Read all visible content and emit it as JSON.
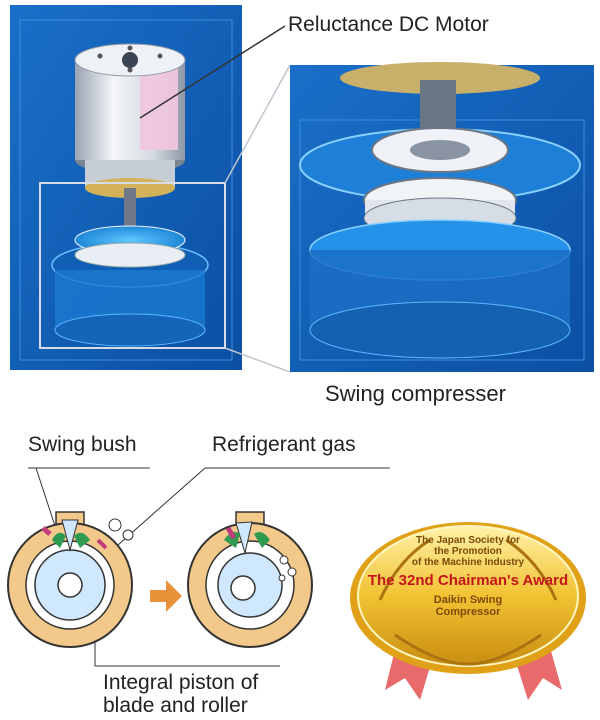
{
  "labels": {
    "motor": "Reluctance DC Motor",
    "compressor": "Swing compresser",
    "swing_bush": "Swing bush",
    "refrigerant_gas": "Refrigerant gas",
    "piston_line1": "Integral piston of",
    "piston_line2": "blade and roller"
  },
  "award": {
    "line1": "The Japan Society for",
    "line2": "the Promotion",
    "line3": "of the Machine Industry",
    "title": "The 32nd Chairman's Award",
    "product_line1": "Daikin Swing",
    "product_line2": "Compressor"
  },
  "icons": [
    "motor-illustration",
    "compressor-closeup",
    "swing-rotor-icon",
    "arrow-right-icon",
    "medal-icon"
  ]
}
